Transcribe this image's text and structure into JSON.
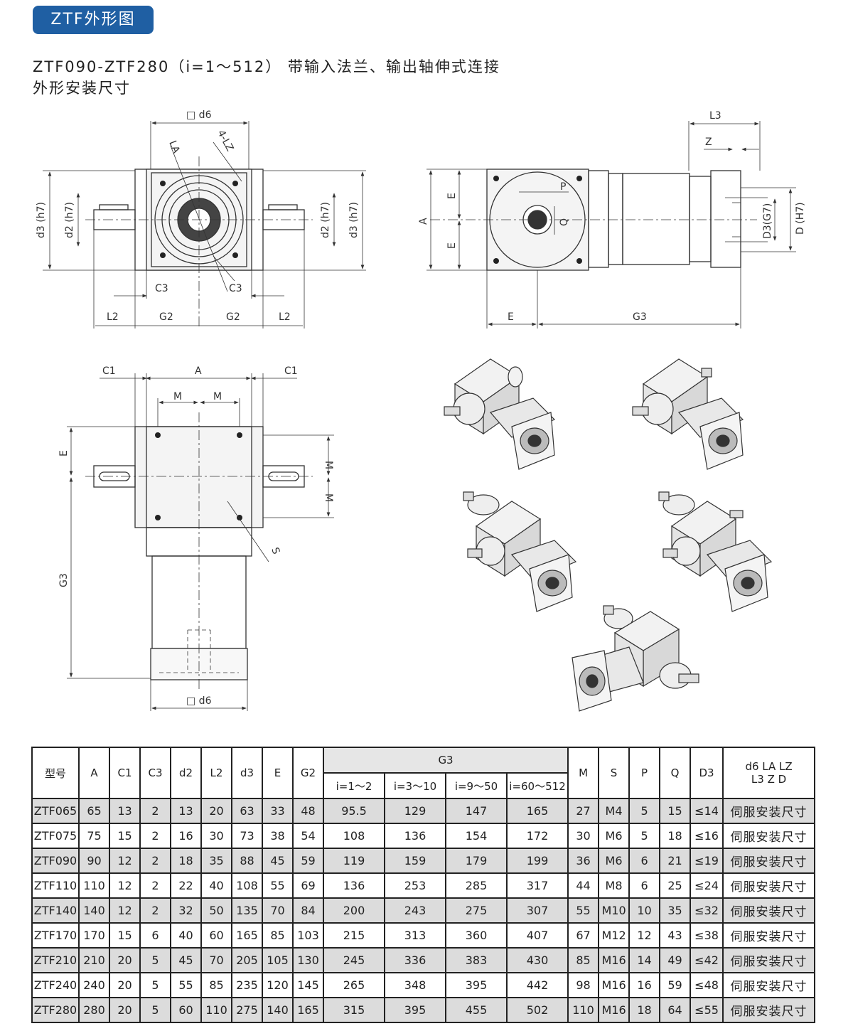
{
  "header": {
    "badge": "ZTF外形图",
    "line1": "ZTF090-ZTF280（i=1～512） 带输入法兰、输出轴伸式连接",
    "line2": "外形安装尺寸"
  },
  "drawing_labels": {
    "d6": "□ d6",
    "LA": "LA",
    "LZ": "4-LZ",
    "d3": "d3 (h7)",
    "d2": "d2 (h7)",
    "C3": "C3",
    "L2": "L2",
    "G2": "G2",
    "L3": "L3",
    "Z": "Z",
    "P": "P",
    "Q": "Q",
    "A": "A",
    "E": "E",
    "D3": "D3(G7)",
    "D": "D (H7)",
    "G3": "G3",
    "C1": "C1",
    "M": "M",
    "S": "S"
  },
  "table": {
    "headers": {
      "model": "型号",
      "A": "A",
      "C1": "C1",
      "C3": "C3",
      "d2": "d2",
      "L2": "L2",
      "d3": "d3",
      "E": "E",
      "G2": "G2",
      "G3": "G3",
      "g3_1": "i=1～2",
      "g3_2": "i=3～10",
      "g3_3": "i=9～50",
      "g3_4": "i=60～512",
      "M": "M",
      "S": "S",
      "P": "P",
      "Q": "Q",
      "D3": "D3",
      "last_line1": "d6  LA  LZ",
      "last_line2": "L3   Z   D"
    },
    "rows": [
      [
        "ZTF065",
        "65",
        "13",
        "2",
        "13",
        "20",
        "63",
        "33",
        "48",
        "95.5",
        "129",
        "147",
        "165",
        "27",
        "M4",
        "5",
        "15",
        "≤14",
        "伺服安装尺寸"
      ],
      [
        "ZTF075",
        "75",
        "15",
        "2",
        "16",
        "30",
        "73",
        "38",
        "54",
        "108",
        "136",
        "154",
        "172",
        "30",
        "M6",
        "5",
        "18",
        "≤16",
        "伺服安装尺寸"
      ],
      [
        "ZTF090",
        "90",
        "12",
        "2",
        "18",
        "35",
        "88",
        "45",
        "59",
        "119",
        "159",
        "179",
        "199",
        "36",
        "M6",
        "6",
        "21",
        "≤19",
        "伺服安装尺寸"
      ],
      [
        "ZTF110",
        "110",
        "12",
        "2",
        "22",
        "40",
        "108",
        "55",
        "69",
        "136",
        "253",
        "285",
        "317",
        "44",
        "M8",
        "6",
        "25",
        "≤24",
        "伺服安装尺寸"
      ],
      [
        "ZTF140",
        "140",
        "12",
        "2",
        "32",
        "50",
        "135",
        "70",
        "84",
        "200",
        "243",
        "275",
        "307",
        "55",
        "M10",
        "10",
        "35",
        "≤32",
        "伺服安装尺寸"
      ],
      [
        "ZTF170",
        "170",
        "15",
        "6",
        "40",
        "60",
        "165",
        "85",
        "103",
        "215",
        "313",
        "360",
        "407",
        "67",
        "M12",
        "12",
        "43",
        "≤38",
        "伺服安装尺寸"
      ],
      [
        "ZTF210",
        "210",
        "20",
        "5",
        "45",
        "70",
        "205",
        "105",
        "130",
        "245",
        "336",
        "383",
        "430",
        "85",
        "M16",
        "14",
        "49",
        "≤42",
        "伺服安装尺寸"
      ],
      [
        "ZTF240",
        "240",
        "20",
        "5",
        "55",
        "85",
        "235",
        "120",
        "145",
        "265",
        "348",
        "395",
        "442",
        "98",
        "M16",
        "16",
        "59",
        "≤48",
        "伺服安装尺寸"
      ],
      [
        "ZTF280",
        "280",
        "20",
        "5",
        "60",
        "110",
        "275",
        "140",
        "165",
        "315",
        "395",
        "455",
        "502",
        "110",
        "M16",
        "18",
        "64",
        "≤55",
        "伺服安装尺寸"
      ]
    ]
  }
}
